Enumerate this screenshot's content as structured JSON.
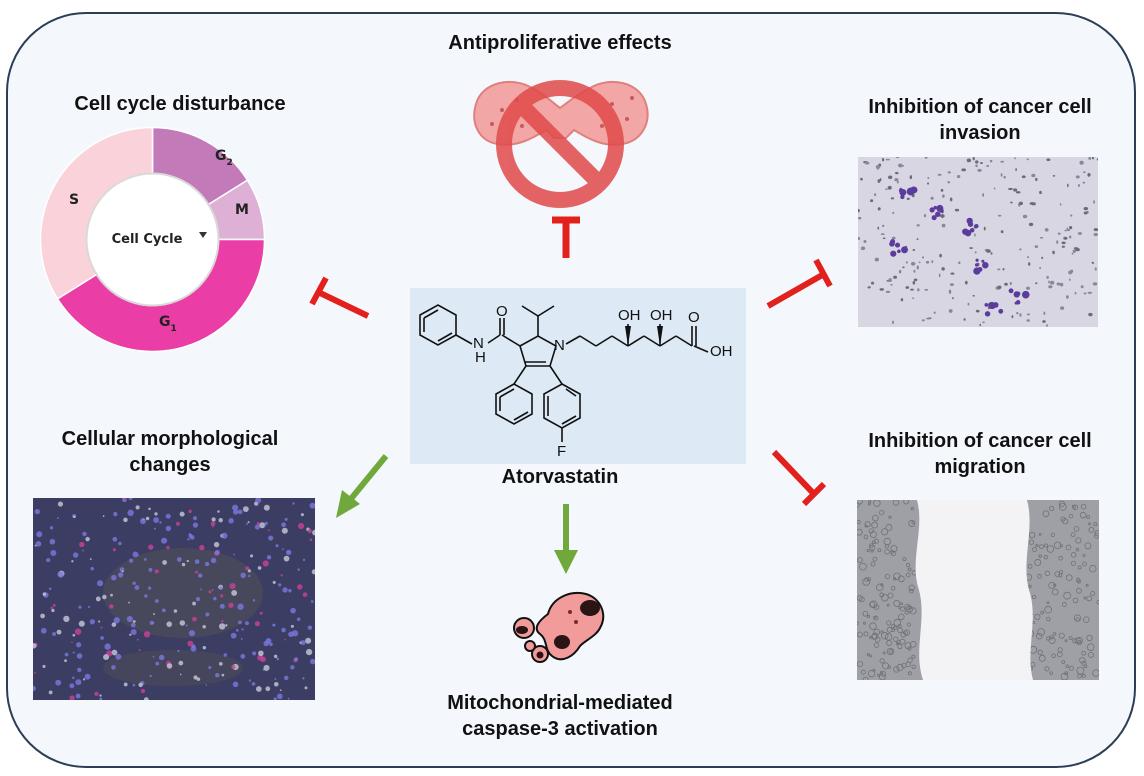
{
  "labels": {
    "antiproliferative": "Antiproliferative effects",
    "cell_cycle": "Cell cycle disturbance",
    "invasion_line1": "Inhibition of cancer cell",
    "invasion_line2": "invasion",
    "morphology_line1": "Cellular morphological",
    "morphology_line2": "changes",
    "migration_line1": "Inhibition of cancer cell",
    "migration_line2": "migration",
    "caspase_line1": "Mitochondrial-mediated",
    "caspase_line2": "caspase-3 activation",
    "drug_name": "Atorvastatin"
  },
  "cell_cycle": {
    "center_label": "Cell Cycle",
    "phases": [
      {
        "name": "G2",
        "base": "G",
        "sub": "2",
        "color": "#c27ab9"
      },
      {
        "name": "M",
        "base": "M",
        "sub": "",
        "color": "#dfb0d6"
      },
      {
        "name": "G1",
        "base": "G",
        "sub": "1",
        "color": "#ea3da6"
      },
      {
        "name": "S",
        "base": "S",
        "sub": "",
        "color": "#f9d2da"
      }
    ]
  },
  "molecule": {
    "atoms": {
      "nh": "N",
      "h": "H",
      "o": "O",
      "n": "N",
      "oh1": "OH",
      "oh2": "OH",
      "o2": "O",
      "oh3": "OH",
      "f": "F"
    }
  },
  "colors": {
    "inhibit": "#e3211c",
    "activate": "#70a83b",
    "frame": "#2b3e55",
    "molecule_box": "#dde9f5"
  }
}
